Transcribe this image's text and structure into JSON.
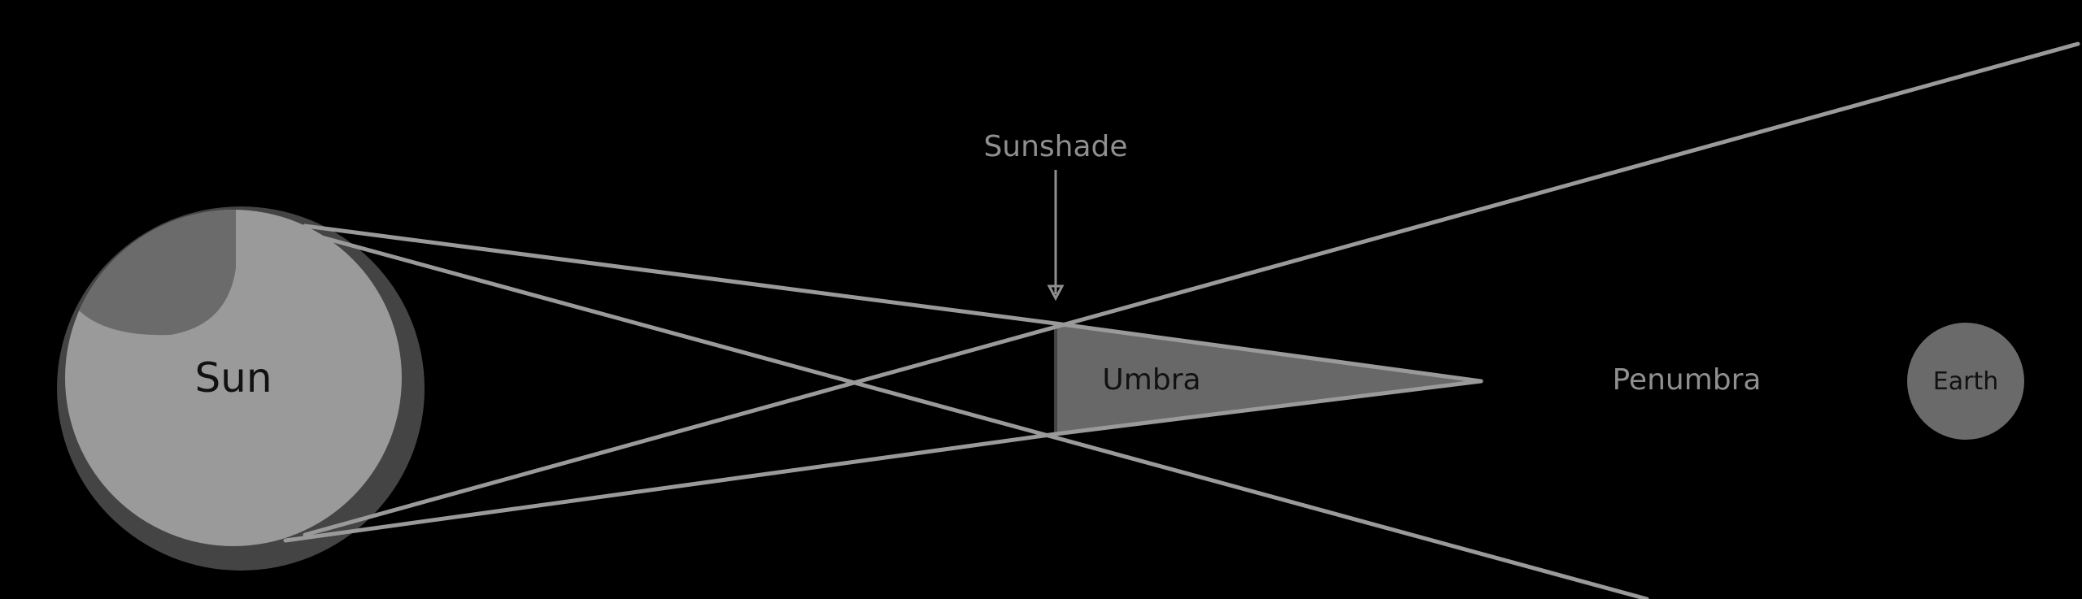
{
  "labels": {
    "sun": "Sun",
    "sunshade": "Sunshade",
    "umbra": "Umbra",
    "penumbra": "Penumbra",
    "earth": "Earth"
  },
  "colors": {
    "background": "#000000",
    "sun": "#9a9a9a",
    "sun_shadow": "#444444",
    "sun_spot": "#6b6b6b",
    "rays": "#9a9a9a",
    "umbra": "#686868",
    "earth": "#6a6a6a",
    "label_light": "#8f8f8f",
    "label_dark": "#111111"
  }
}
